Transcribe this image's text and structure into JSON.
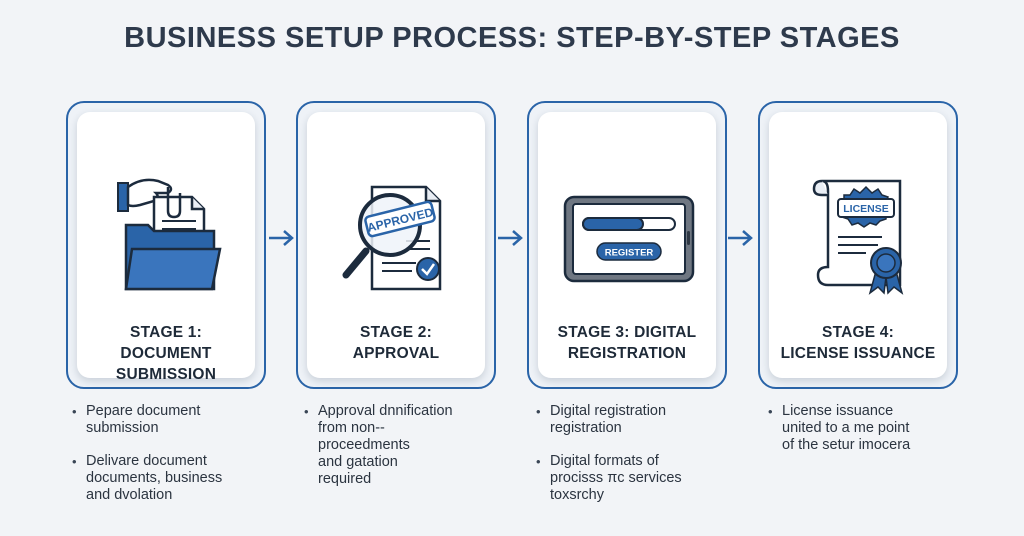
{
  "title": "BUSINESS SETUP PROCESS: STEP-BY-STEP STAGES",
  "colors": {
    "accent": "#2a64a8",
    "background": "#f2f4f7",
    "card": "#ffffff",
    "text": "#1e2a38"
  },
  "stages": [
    {
      "label": "STAGE 1: DOCUMENT\nSUBMISSION",
      "icon": "document-folder-icon",
      "bullets": [
        "Pepare document\nsubmission",
        "Delivare document\ndocuments, business\nand dvolation"
      ]
    },
    {
      "label": "STAGE 2:\nAPPROVAL",
      "icon": "approved-magnifier-icon",
      "stamp": "APPROVED",
      "bullets": [
        "Approval dnnification\nfrom non--\nproceedments\nand gatation\nrequired"
      ]
    },
    {
      "label": "STAGE 3: DIGITAL\nREGISTRATION",
      "icon": "tablet-register-icon",
      "button": "REGISTER",
      "bullets": [
        "Digital registration\nregistration",
        "Digital formats of\nprocisss πc services\ntoxsrchy"
      ]
    },
    {
      "label": "STAGE 4:\nLICENSE ISSUANCE",
      "icon": "license-certificate-icon",
      "badge": "LICENSE",
      "bullets": [
        "License issuance\nunited to a me point\nof the setur imocera"
      ]
    }
  ]
}
